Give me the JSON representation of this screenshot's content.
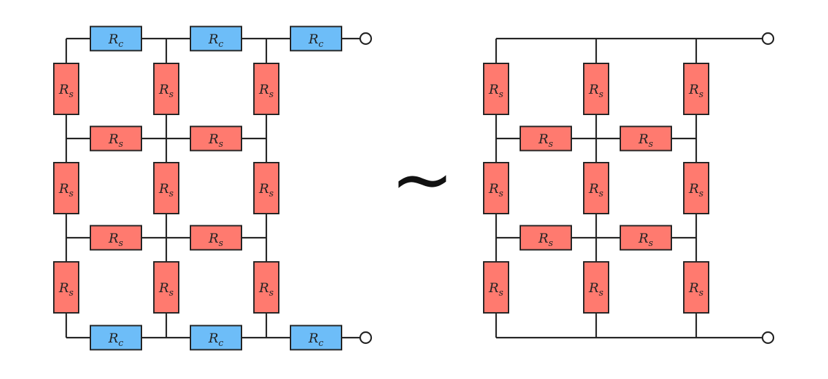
{
  "colors": {
    "series_resistor": "#ff7a6f",
    "contact_resistor": "#6dbdf8",
    "wire": "#222222"
  },
  "labels": {
    "series_resistor": {
      "main": "R",
      "sub": "s"
    },
    "contact_resistor": {
      "main": "R",
      "sub": "c"
    }
  },
  "equivalence_symbol": "∼",
  "circuits": [
    {
      "name": "left-ladder-network",
      "top_row": [
        "contact",
        "contact",
        "contact"
      ],
      "bottom_row": [
        "contact",
        "contact",
        "contact"
      ],
      "vertical_rows": [
        [
          "series",
          "series",
          "series"
        ],
        [
          "series",
          "series",
          "series"
        ],
        [
          "series",
          "series",
          "series"
        ]
      ],
      "horizontal_rungs": [
        [
          "series",
          "series"
        ],
        [
          "series",
          "series"
        ]
      ]
    },
    {
      "name": "right-equivalent-network",
      "top_row": [],
      "bottom_row": [],
      "vertical_rows": [
        [
          "series",
          "series",
          "series"
        ],
        [
          "series",
          "series",
          "series"
        ],
        [
          "series",
          "series",
          "series"
        ]
      ],
      "horizontal_rungs": [
        [
          "series",
          "series"
        ],
        [
          "series",
          "series"
        ]
      ]
    }
  ]
}
